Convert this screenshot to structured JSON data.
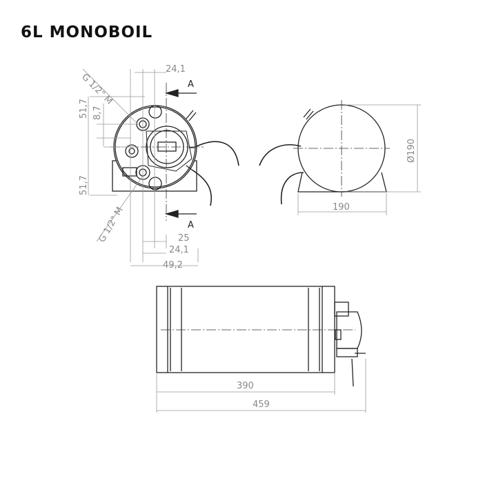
{
  "title": "6L MONOBOIL",
  "front_view": {
    "dim_top": "24,1",
    "thread_top": "G 1/2\" M",
    "thread_bottom": "G 1/2\" M",
    "dim_left_upper": "51,7",
    "dim_left_inner": "8,7",
    "dim_left_lower": "51,7",
    "section_top": "A",
    "section_bottom": "A",
    "dim_bottom_1": "25",
    "dim_bottom_2": "24,1",
    "dim_bottom_3": "49,2"
  },
  "side_view": {
    "diameter": "Ø190",
    "width": "190"
  },
  "bottom_view": {
    "length_body": "390",
    "length_total": "459"
  }
}
